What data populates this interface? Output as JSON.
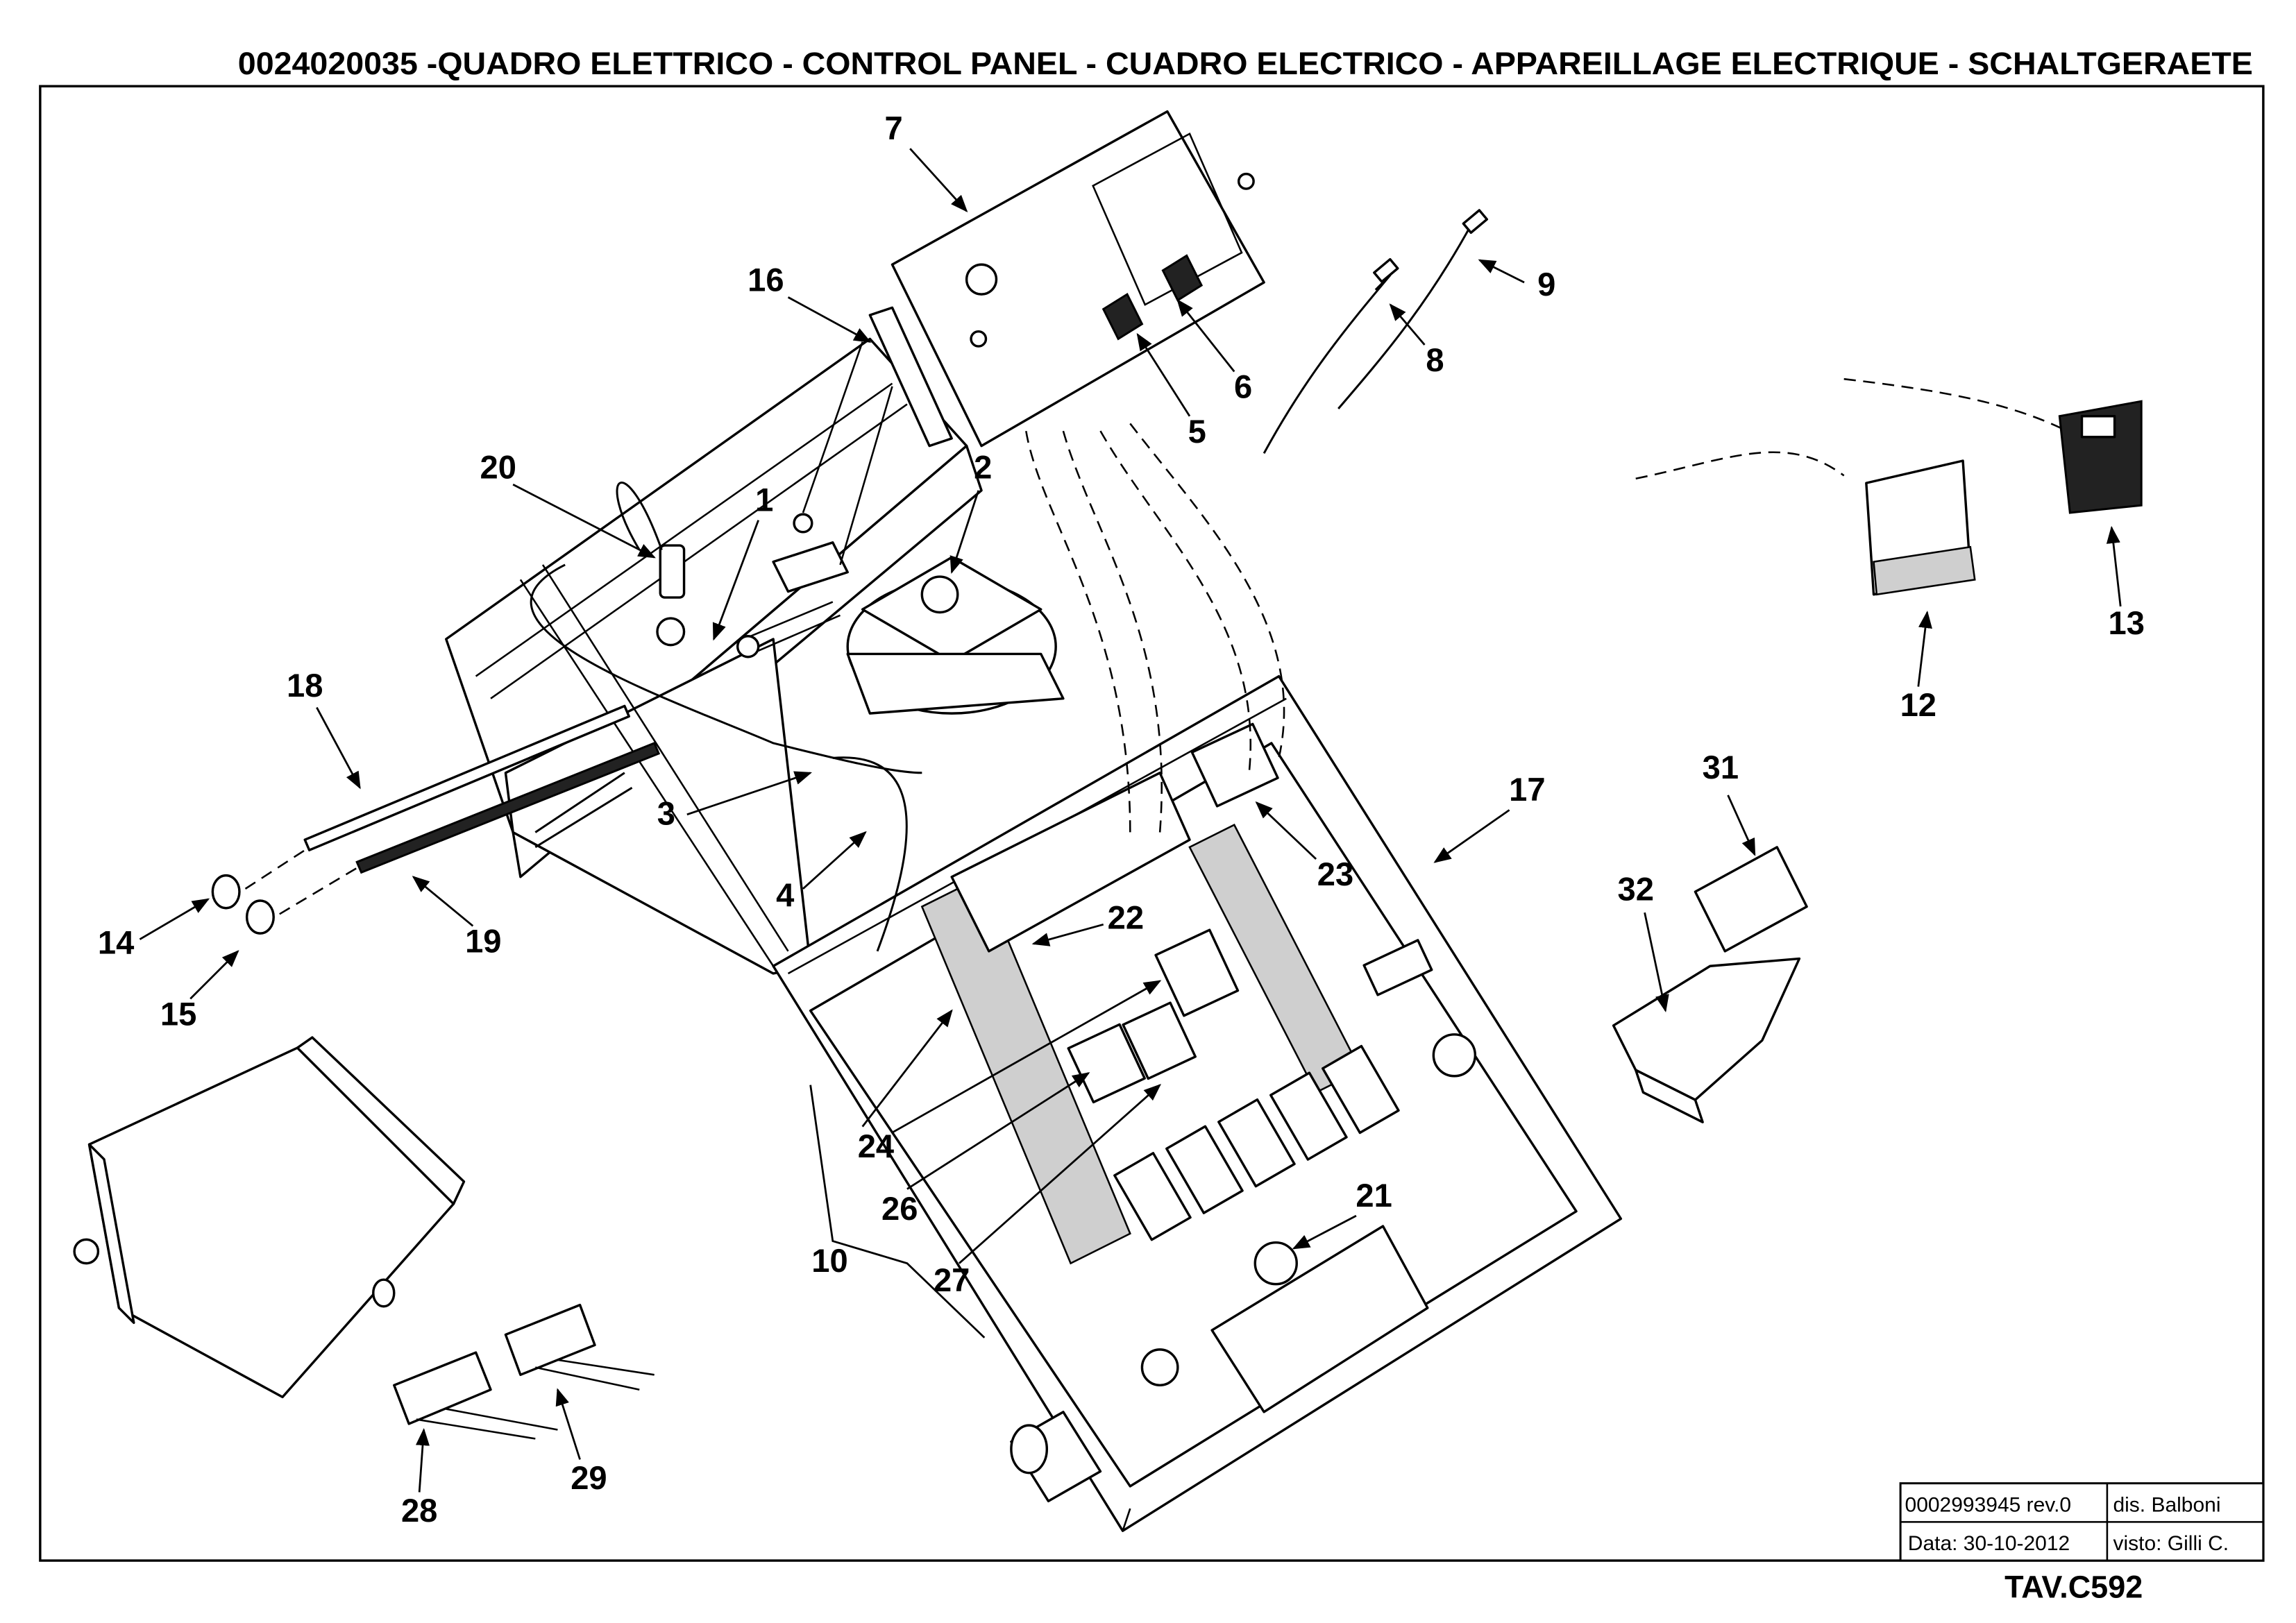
{
  "title": "0024020035 -QUADRO ELETTRICO - CONTROL PANEL - CUADRO ELECTRICO - APPAREILLAGE ELECTRIQUE - SCHALTGERAETE",
  "callouts": [
    "1",
    "2",
    "3",
    "4",
    "5",
    "6",
    "7",
    "8",
    "9",
    "10",
    "12",
    "13",
    "14",
    "15",
    "16",
    "17",
    "18",
    "19",
    "20",
    "21",
    "22",
    "23",
    "24",
    "26",
    "27",
    "28",
    "29",
    "31",
    "32"
  ],
  "title_block": {
    "drawing_code": "0002993945 rev.0",
    "drawn_by": "dis. Balboni",
    "date": "Data: 30-10-2012",
    "checked_by": "visto: Gilli C."
  },
  "plate_ref": "TAV.C592"
}
